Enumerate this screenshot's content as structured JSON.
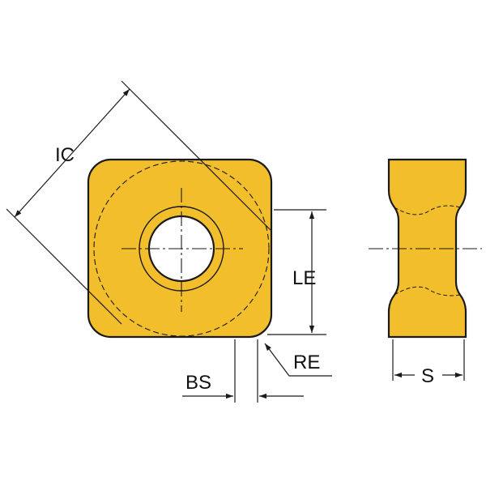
{
  "labels": {
    "ic": "IC",
    "le": "LE",
    "re": "RE",
    "bs": "BS",
    "s": "S"
  },
  "colors": {
    "insert_fill": "#f3be2c",
    "outline": "#1a1a1a",
    "background": "#ffffff"
  }
}
